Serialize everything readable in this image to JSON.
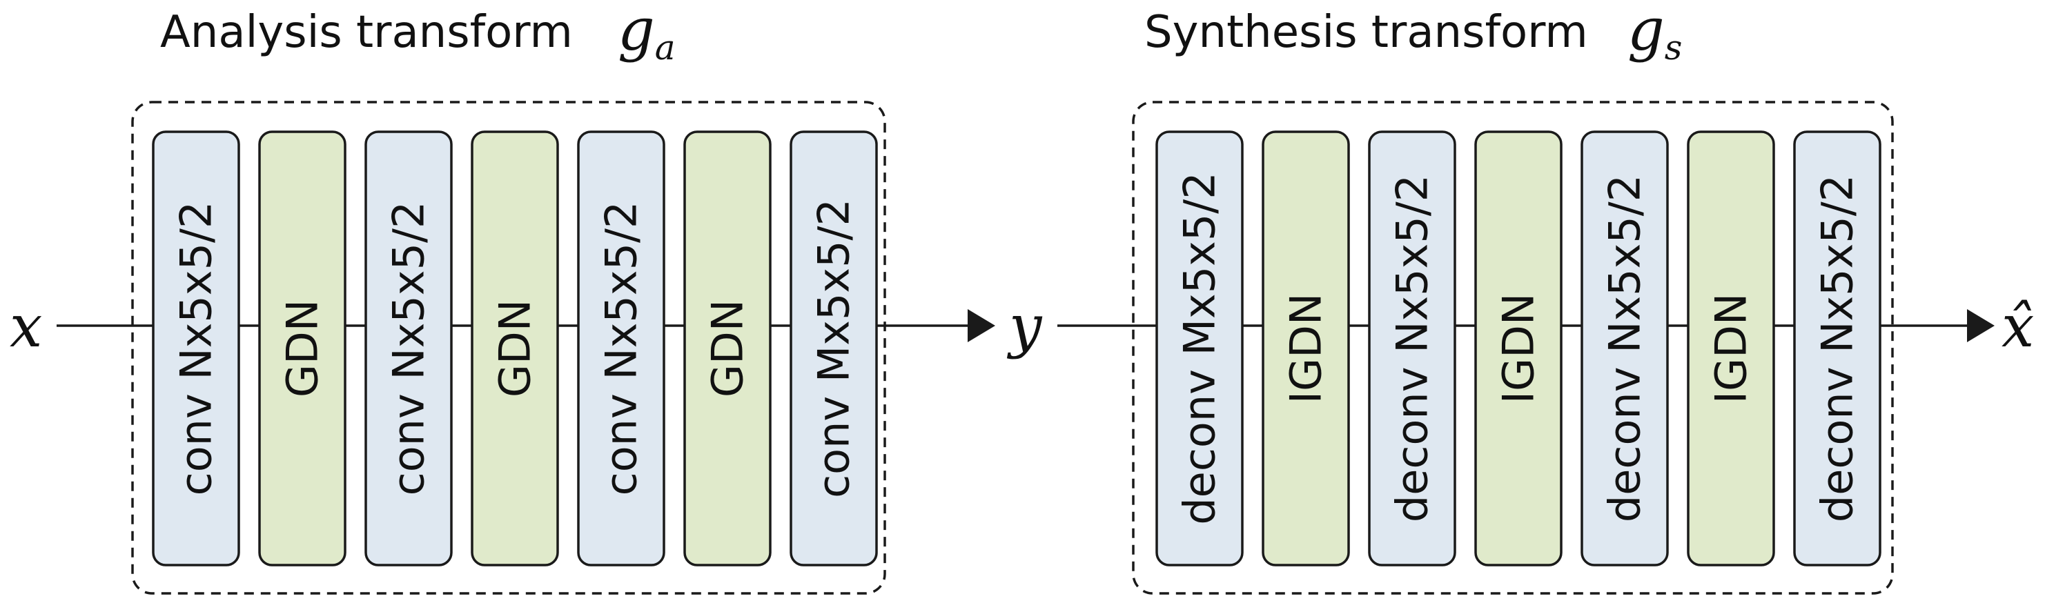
{
  "analysis": {
    "title": "Analysis transform",
    "symbol_base": "g",
    "symbol_sub": "a",
    "layers": [
      {
        "label": "conv Nx5x5/2",
        "kind": "conv"
      },
      {
        "label": "GDN",
        "kind": "gdn"
      },
      {
        "label": "conv Nx5x5/2",
        "kind": "conv"
      },
      {
        "label": "GDN",
        "kind": "gdn"
      },
      {
        "label": "conv Nx5x5/2",
        "kind": "conv"
      },
      {
        "label": "GDN",
        "kind": "gdn"
      },
      {
        "label": "conv Mx5x5/2",
        "kind": "conv"
      }
    ]
  },
  "synthesis": {
    "title": "Synthesis transform",
    "symbol_base": "g",
    "symbol_sub": "s",
    "layers": [
      {
        "label": "deconv Mx5x5/2",
        "kind": "conv"
      },
      {
        "label": "IGDN",
        "kind": "gdn"
      },
      {
        "label": "deconv Nx5x5/2",
        "kind": "conv"
      },
      {
        "label": "IGDN",
        "kind": "gdn"
      },
      {
        "label": "deconv Nx5x5/2",
        "kind": "conv"
      },
      {
        "label": "IGDN",
        "kind": "gdn"
      },
      {
        "label": "deconv Nx5x5/2",
        "kind": "conv"
      }
    ]
  },
  "signals": {
    "input": "x",
    "latent": "y",
    "output": "x̂"
  },
  "colors": {
    "conv_fill": "#dfe8f1",
    "gdn_fill": "#e0eacb",
    "stroke": "#1a1a1a"
  }
}
